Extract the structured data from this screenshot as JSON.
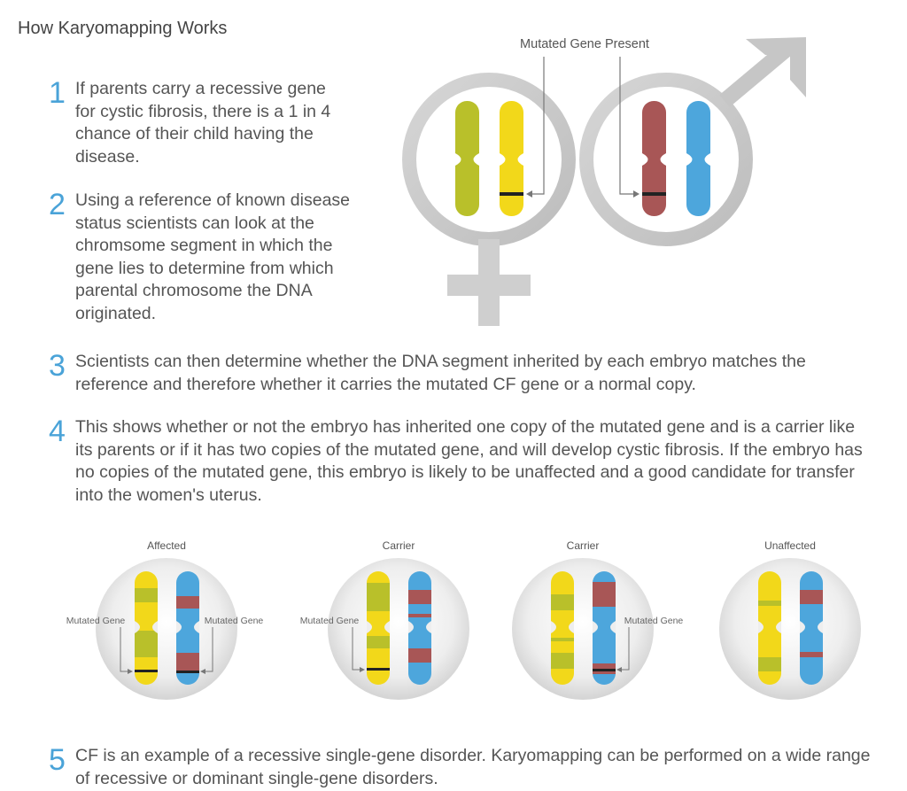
{
  "title": "How Karyomapping Works",
  "steps": [
    {
      "num": "1",
      "text": "If parents carry a recessive gene for cystic fibrosis, there is a 1 in 4 chance of their child having the disease."
    },
    {
      "num": "2",
      "text": "Using a reference of known disease status scientists can look at the chromsome segment in which the gene lies to determine from which parental chromosome the DNA originated."
    },
    {
      "num": "3",
      "text": "Scientists can then determine whether the DNA segment inherited by each embryo matches the reference and therefore whether it carries the mutated CF gene or a normal copy."
    },
    {
      "num": "4",
      "text": "This shows whether or not the embryo has inherited one copy of the mutated gene and is a carrier like its parents or if it has two copies of the mutated gene, and will develop cystic fibrosis. If the embryo has no copies of the mutated gene, this embryo is likely to be unaffected and a good candidate for transfer into the women's uterus."
    },
    {
      "num": "5",
      "text": "CF is an example of a recessive single-gene disorder. Karyomapping can be performed on a wide range of recessive or dominant single-gene disorders."
    }
  ],
  "parents": {
    "label": "Mutated Gene Present",
    "female_symbol": "female-symbol",
    "male_symbol": "male-symbol"
  },
  "embryos": [
    {
      "label": "Affected",
      "left_label": "Mutated Gene",
      "right_label": "Mutated Gene"
    },
    {
      "label": "Carrier",
      "left_label": "Mutated Gene",
      "right_label": ""
    },
    {
      "label": "Carrier",
      "left_label": "",
      "right_label": "Mutated Gene"
    },
    {
      "label": "Unaffected",
      "left_label": "",
      "right_label": ""
    }
  ],
  "colors": {
    "number": "#4aa3d8",
    "olive": "#b9c02a",
    "yellow": "#f2d81a",
    "red": "#a85656",
    "blue": "#4da6dc",
    "band": "#222222",
    "symbol": "#c9c9c9"
  }
}
